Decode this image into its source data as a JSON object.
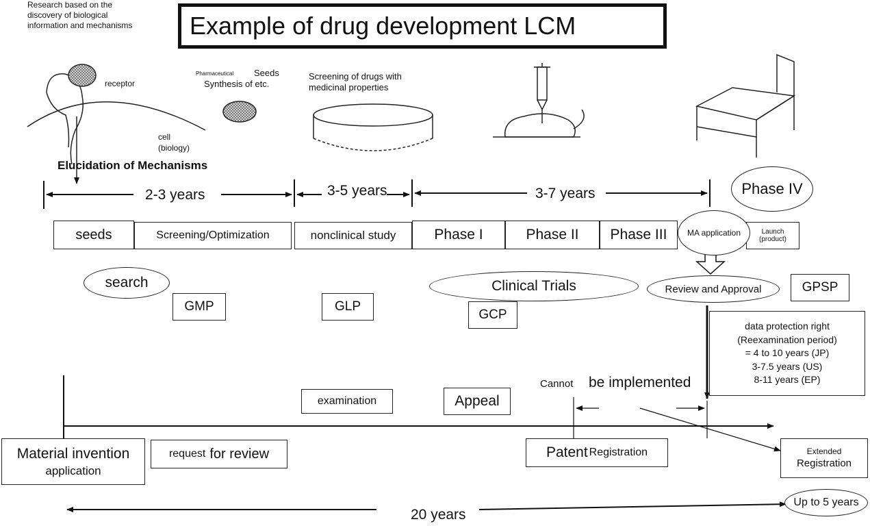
{
  "title": "Example of drug development LCM",
  "illustrations": {
    "research_note": "Research based on the\ndiscovery of biological\ninformation and mechanisms",
    "receptor": "receptor",
    "cell": "cell\n(biology)",
    "pharma_small": "Pharmaceutical",
    "seeds_word": "Seeds",
    "synthesis": "Synthesis of etc.",
    "screening_note": "Screening of drugs with\nmedicinal properties",
    "elucidation": "Elucidation of Mechanisms"
  },
  "durations": {
    "d1": "2-3 years",
    "d2": "3-5 years",
    "d3": "3-7 years",
    "phase4": "Phase IV"
  },
  "stages": {
    "seeds": "seeds",
    "screening": "Screening/Optimization",
    "nonclinical": "nonclinical study",
    "phase1": "Phase I",
    "phase2": "Phase II",
    "phase3": "Phase III",
    "ma": "MA application",
    "launch": "Launch\n(product)"
  },
  "guidelines": {
    "search": "search",
    "gmp": "GMP",
    "glp": "GLP",
    "clinical": "Clinical Trials",
    "gcp": "GCP",
    "review": "Review and Approval",
    "gpsp": "GPSP"
  },
  "data_protection": "data protection right\n(Reexamination period)\n= 4 to 10 years (JP)\n3-7.5 years (US)\n8-11 years (EP)",
  "patent": {
    "cannot": "Cannot",
    "be_implemented": "be implemented",
    "examination": "examination",
    "appeal": "Appeal",
    "material_invention": "Material invention",
    "application": "application",
    "request_for": "request",
    "for_review": "for review",
    "patent_word": "Patent",
    "registration": "Registration",
    "extended": "Extended",
    "extended_registration": "Registration",
    "up_to": "Up to 5 years",
    "twenty": "20 years"
  }
}
